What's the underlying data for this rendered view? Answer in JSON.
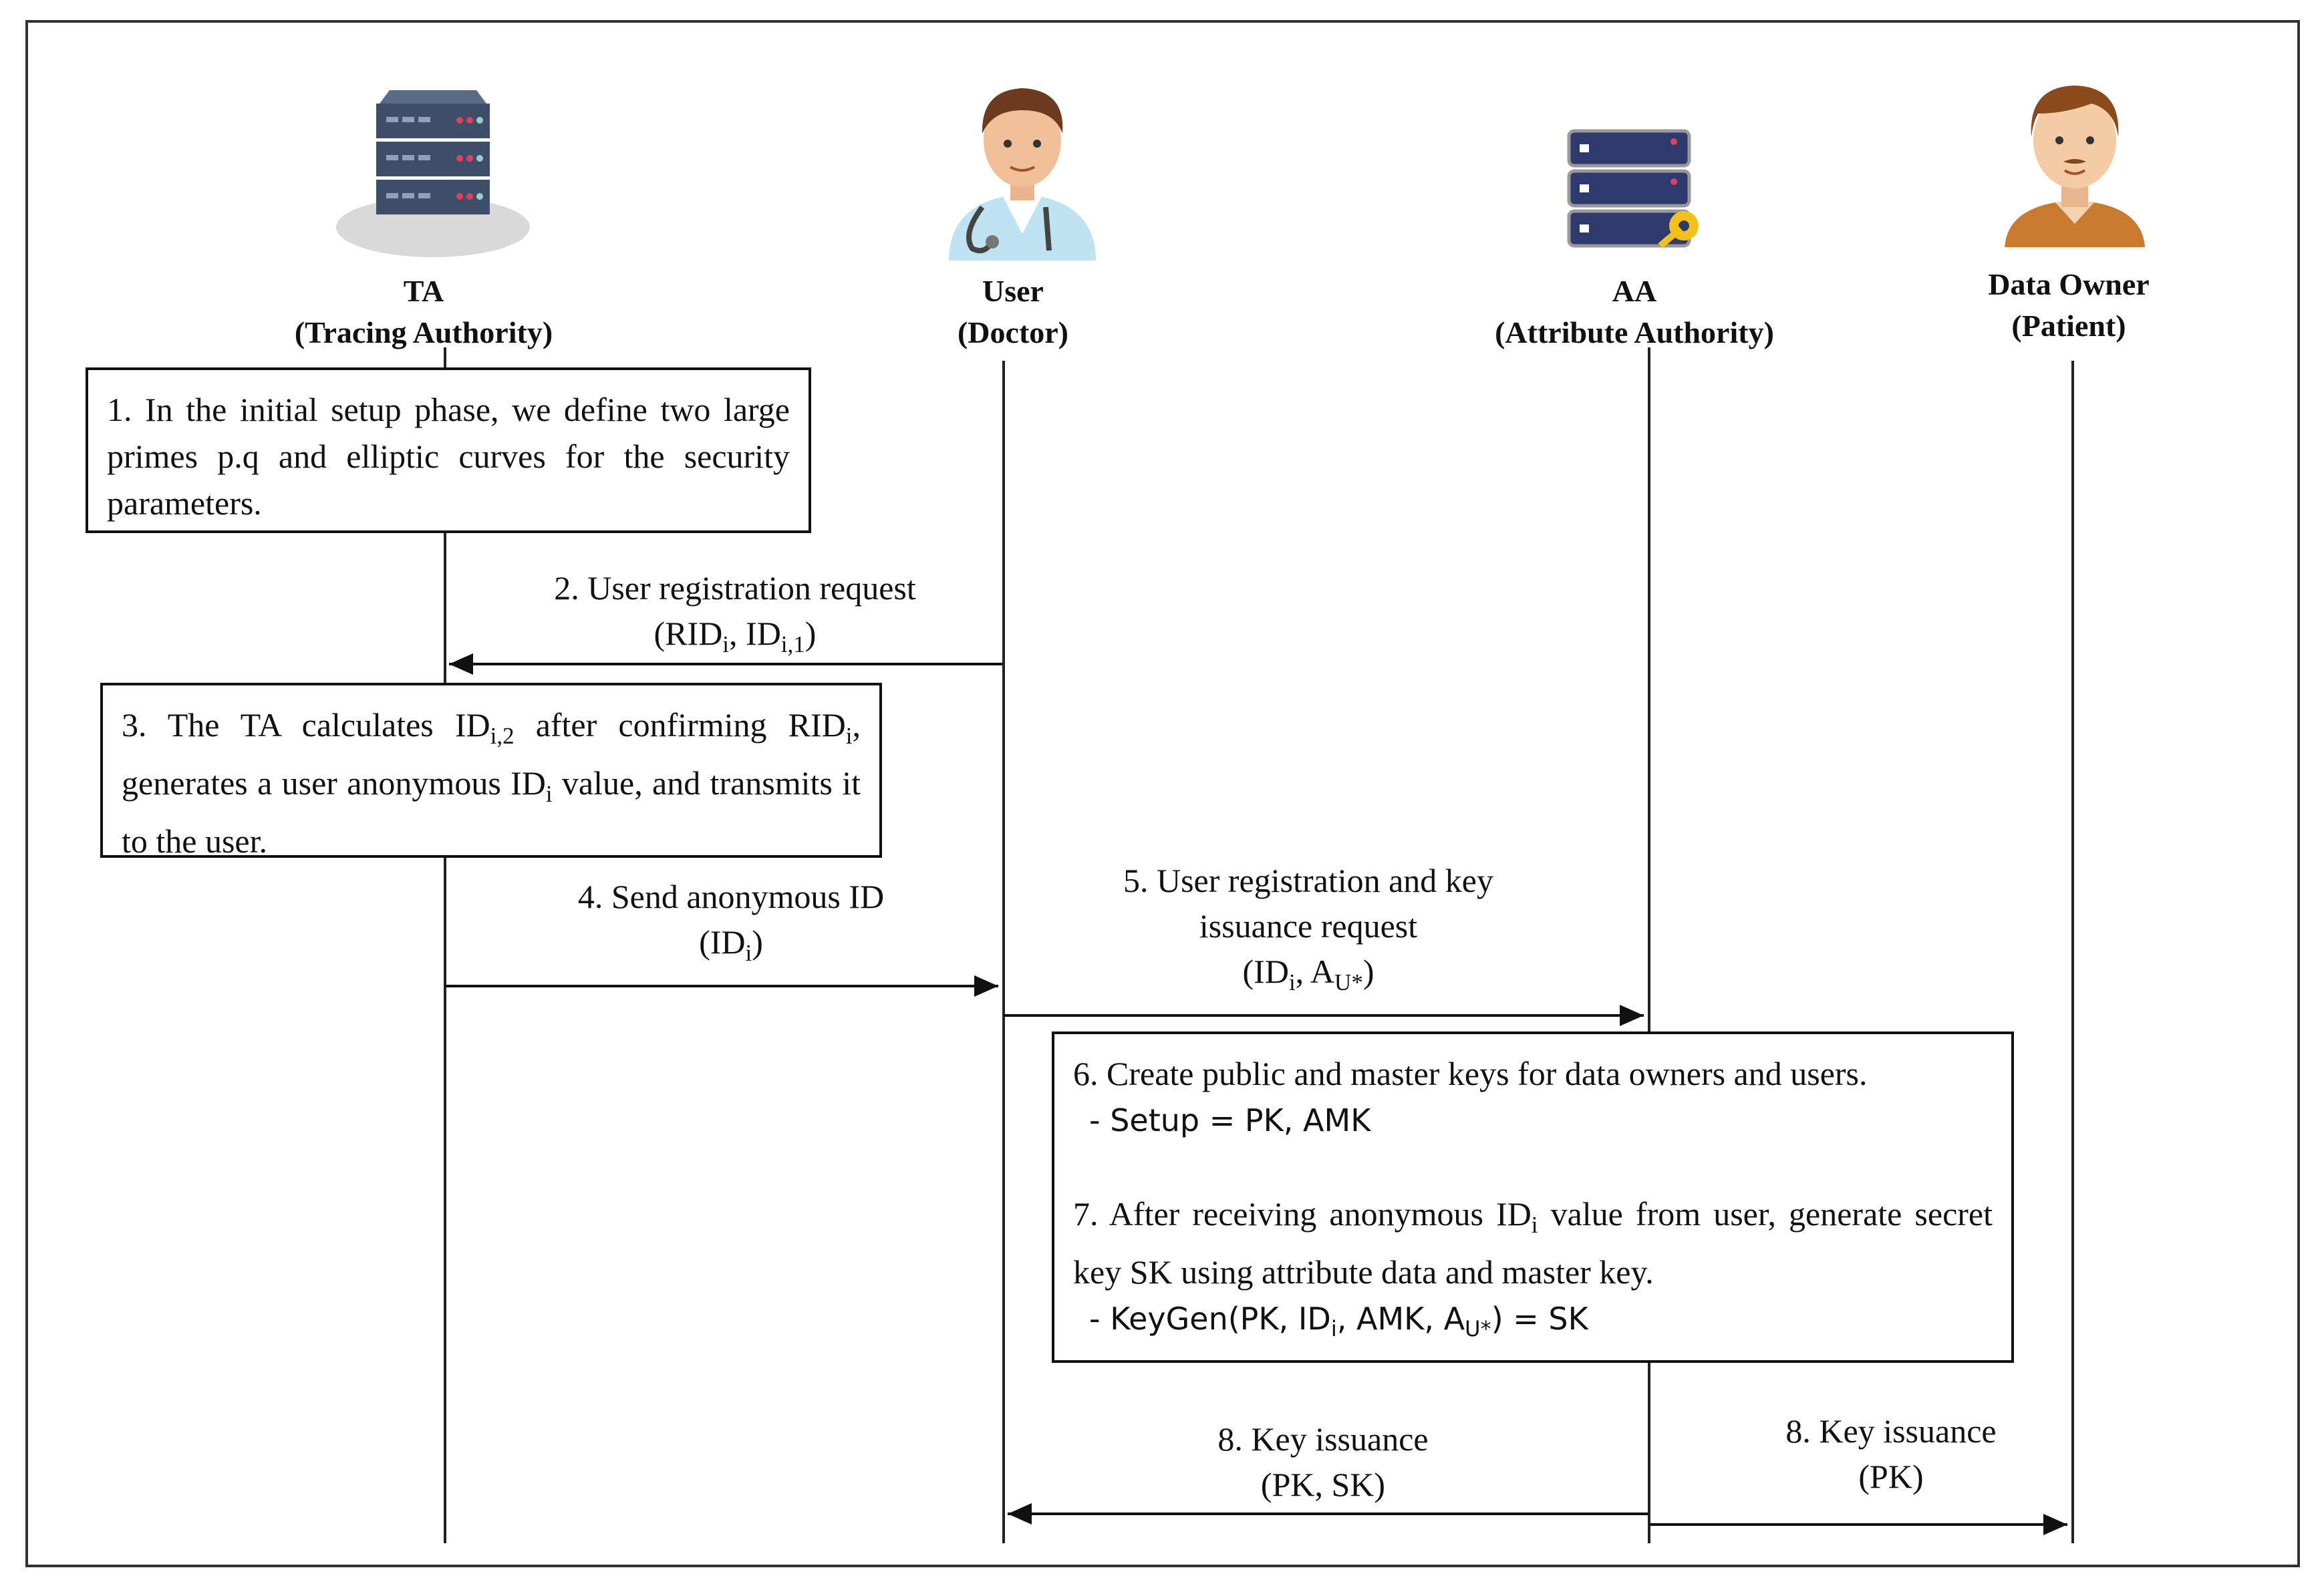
{
  "actors": {
    "ta": {
      "name": "TA",
      "role": "(Tracing Authority)",
      "icon": "server-rack-icon"
    },
    "user": {
      "name": "User",
      "role": "(Doctor)",
      "icon": "doctor-icon"
    },
    "aa": {
      "name": "AA",
      "role": "(Attribute Authority)",
      "icon": "server-key-icon"
    },
    "owner": {
      "name": "Data Owner",
      "role": "(Patient)",
      "icon": "patient-icon"
    }
  },
  "steps": {
    "s1": "1. In the initial setup phase, we define two large primes p.q and elliptic curves for the security parameters.",
    "s3": {
      "pre": "3. The TA calculates ID",
      "sub1": "i,2",
      "mid": " after confirming RID",
      "sub2": "i",
      "mid2": ", generates a user anonymous ID",
      "sub3": "i",
      "post": " value, and transmits it to the user."
    },
    "s6_line1": "6. Create public and master keys for data owners and users.",
    "s6_line2": "- Setup = PK, AMK",
    "s7_line1_pre": "7. After receiving anonymous ID",
    "s7_line1_sub": "i",
    "s7_line1_post": " value from user, generate secret key SK using attribute data and master key.",
    "s7_line3_pre": "- KeyGen(PK, ID",
    "s7_line3_sub1": "i",
    "s7_line3_mid": ", AMK, A",
    "s7_line3_sub2": "U*",
    "s7_line3_post": ") = SK"
  },
  "messages": {
    "m2": {
      "title": "2. User registration request",
      "params_pre": "(RID",
      "sub1": "i",
      "params_mid": ", ID",
      "sub2": "i,1",
      "params_post": ")"
    },
    "m4": {
      "title": "4. Send anonymous ID",
      "params_pre": "(ID",
      "sub1": "i",
      "params_post": ")"
    },
    "m5": {
      "title": "5. User registration and key",
      "title2": "issuance request",
      "params_pre": "(ID",
      "sub1": "i",
      "params_mid": ", A",
      "sub2": "U*",
      "params_post": ")"
    },
    "m8a": {
      "title": "8. Key issuance",
      "params": "(PK, SK)"
    },
    "m8b": {
      "title": "8. Key issuance",
      "params": "(PK)"
    }
  }
}
